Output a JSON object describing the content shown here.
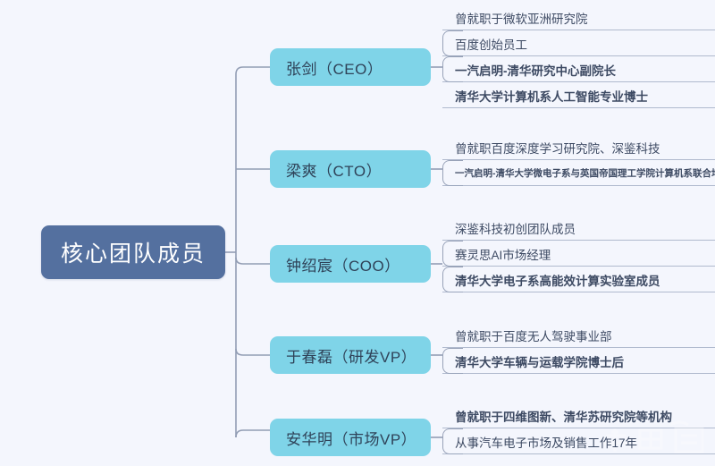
{
  "diagram": {
    "type": "mindmap",
    "title": "核心团队成员",
    "background_color": "#f4f6fd",
    "root_color": "#54709f",
    "branch_color": "#7fd4e8",
    "text_color": "#3d4a63",
    "edge_color": "#8894ad",
    "root": {
      "label": "核心团队成员"
    },
    "branches": [
      {
        "label": "张剑（CEO）",
        "items": [
          {
            "text": "曾就职于微软亚洲研究院",
            "emphasis": "normal"
          },
          {
            "text": "百度创始员工",
            "emphasis": "normal"
          },
          {
            "text": "一汽启明-清华研究中心副院长",
            "emphasis": "bold"
          },
          {
            "text": "清华大学计算机系人工智能专业博士",
            "emphasis": "bold"
          }
        ]
      },
      {
        "label": "梁爽（CTO）",
        "items": [
          {
            "text": "曾就职百度深度学习研究院、深鉴科技",
            "emphasis": "normal"
          },
          {
            "text": "一汽启明-清华大学微电子系与英国帝国理工学院计算机系联合培养博士",
            "emphasis": "tiny"
          }
        ]
      },
      {
        "label": "钟绍宸（COO）",
        "items": [
          {
            "text": "深鉴科技初创团队成员",
            "emphasis": "normal"
          },
          {
            "text": "赛灵思AI市场经理",
            "emphasis": "normal"
          },
          {
            "text": "清华大学电子系高能效计算实验室成员",
            "emphasis": "bold"
          }
        ]
      },
      {
        "label": "于春磊（研发VP）",
        "items": [
          {
            "text": "曾就职于百度无人驾驶事业部",
            "emphasis": "normal"
          },
          {
            "text": "清华大学车辆与运载学院博士后",
            "emphasis": "bold"
          }
        ]
      },
      {
        "label": "安华明（市场VP）",
        "items": [
          {
            "text": "曾就职于四维图新、清华苏研究院等机构",
            "emphasis": "bold"
          },
          {
            "text": "从事汽车电子市场及销售工作17年",
            "emphasis": "normal"
          }
        ]
      }
    ],
    "watermark": {
      "label": "车东西"
    }
  },
  "layout": {
    "branch_tops": [
      54,
      168,
      274,
      376,
      468
    ],
    "group_tops": [
      5,
      150,
      240,
      360,
      450
    ]
  }
}
